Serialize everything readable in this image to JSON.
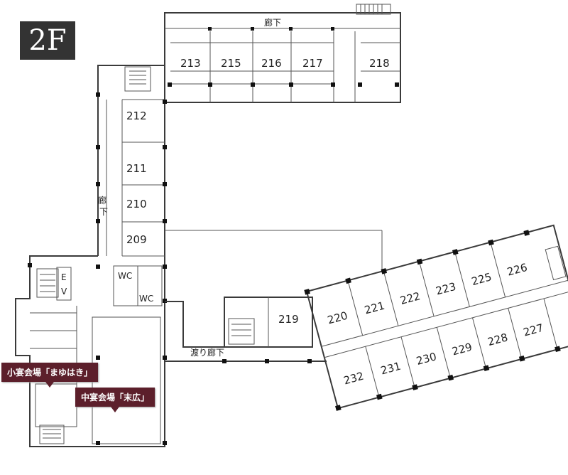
{
  "floor": {
    "label": "2F"
  },
  "rooms": {
    "r213": "213",
    "r215": "215",
    "r216": "216",
    "r217": "217",
    "r218": "218",
    "r212": "212",
    "r211": "211",
    "r210": "210",
    "r209": "209",
    "r219": "219",
    "r220": "220",
    "r221": "221",
    "r222": "222",
    "r223": "223",
    "r225": "225",
    "r226": "226",
    "r232": "232",
    "r231": "231",
    "r230": "230",
    "r229": "229",
    "r228": "228",
    "r227": "227"
  },
  "labels": {
    "corridor_top": "廊下",
    "corridor_side_1": "廊",
    "corridor_side_2": "下",
    "bridge": "渡り廊下",
    "ev_e": "E",
    "ev_v": "V",
    "wc_1": "WC",
    "wc_2": "WC"
  },
  "callouts": {
    "small_hall": "小宴会場「まゆはき」",
    "medium_hall": "中宴会場「末広」"
  }
}
